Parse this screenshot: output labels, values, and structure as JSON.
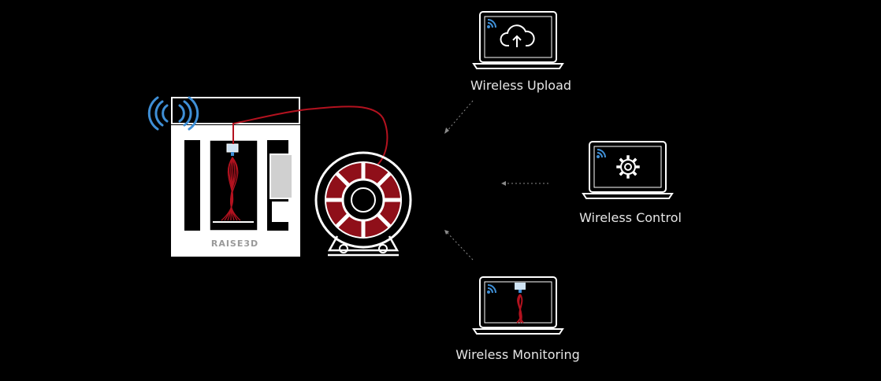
{
  "brand_logo": "RAISE3D",
  "captions": {
    "upload": "Wireless Upload",
    "control": "Wireless Control",
    "monitoring": "Wireless Monitoring"
  },
  "icons": {
    "upload": "cloud-upload-icon",
    "control": "gear-icon",
    "monitoring": "printing-nozzle-icon",
    "wifi": "wifi-waves-icon"
  },
  "colors": {
    "background": "#000000",
    "line": "#ffffff",
    "accent_red": "#b3121f",
    "wifi_blue": "#3f8fd6",
    "text": "#e6e6e6"
  }
}
